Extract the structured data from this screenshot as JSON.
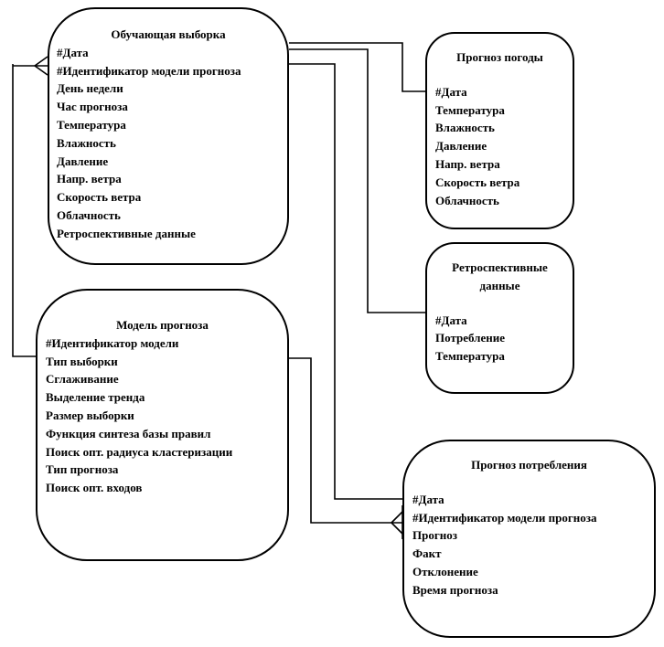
{
  "entities": {
    "training": {
      "title": "Обучающая выборка",
      "fields": [
        "#Дата",
        "#Идентификатор модели прогноза",
        "День недели",
        "Час прогноза",
        "Температура",
        "Влажность",
        "Давление",
        "Напр. ветра",
        "Скорость ветра",
        "Облачность",
        "Ретроспективные данные"
      ]
    },
    "model": {
      "title": "Модель прогноза",
      "fields": [
        "#Идентификатор модели",
        "Тип выборки",
        "Сглаживание",
        "Выделение тренда",
        "Размер выборки",
        "Функция синтеза базы правил",
        "Поиск опт. радиуса кластеризации",
        "Тип прогноза",
        "Поиск опт. входов"
      ]
    },
    "weather": {
      "title": "Прогноз погоды",
      "fields": [
        "#Дата",
        "Температура",
        "Влажность",
        "Давление",
        "Напр. ветра",
        "Скорость ветра",
        "Облачность"
      ]
    },
    "retro": {
      "title": "Ретроспективные данные",
      "fields": [
        "#Дата",
        "Потребление",
        "Температура"
      ]
    },
    "consumption": {
      "title": "Прогноз потребления",
      "fields": [
        "#Дата",
        "#Идентификатор модели прогноза",
        "Прогноз",
        "Факт",
        "Отклонение",
        "Время прогноза"
      ]
    }
  }
}
